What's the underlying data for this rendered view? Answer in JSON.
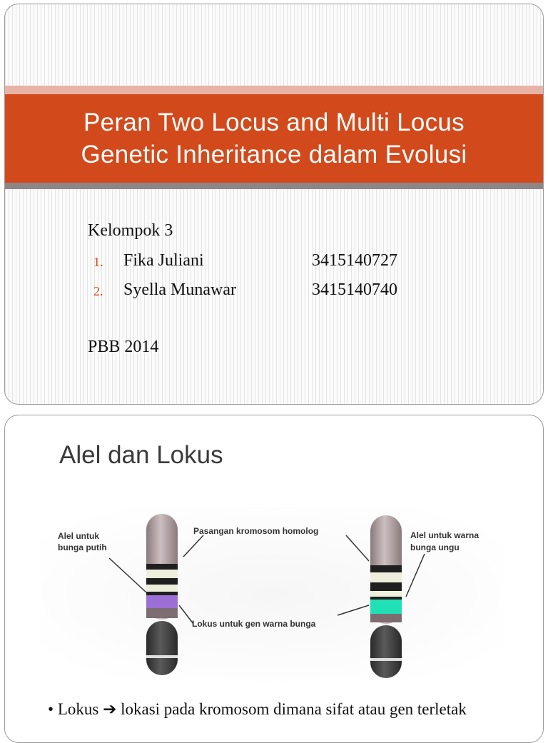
{
  "slide1": {
    "title_lines": [
      "Peran Two Locus and Multi Locus",
      "Genetic Inheritance dalam Evolusi"
    ],
    "group": "Kelompok 3",
    "members": [
      {
        "number": "1.",
        "name": "Fika Juliani",
        "id": "3415140727"
      },
      {
        "number": "2.",
        "name": "Syella Munawar",
        "id": "3415140740"
      }
    ],
    "program": "PBB 2014"
  },
  "slide2": {
    "heading": "Alel dan Lokus",
    "diagram": {
      "label_left_1": "Alel untuk",
      "label_left_2": "bunga putih",
      "label_top": "Pasangan kromosom homolog",
      "label_right_1": "Alel untuk warna",
      "label_right_2": "bunga ungu",
      "label_bottom": "Lokus untuk gen warna bunga"
    },
    "bullet": {
      "marker": "•",
      "term": "Lokus",
      "arrow": "➔",
      "text": "lokasi pada kromosom dimana sifat atau gen terletak"
    }
  },
  "colors": {
    "title_band": "#d24a1c",
    "pink_band": "#e7b3a6",
    "grey_band": "#8e8587",
    "allele_white": "#9b6fd6",
    "allele_purple": "#21e0b5"
  }
}
